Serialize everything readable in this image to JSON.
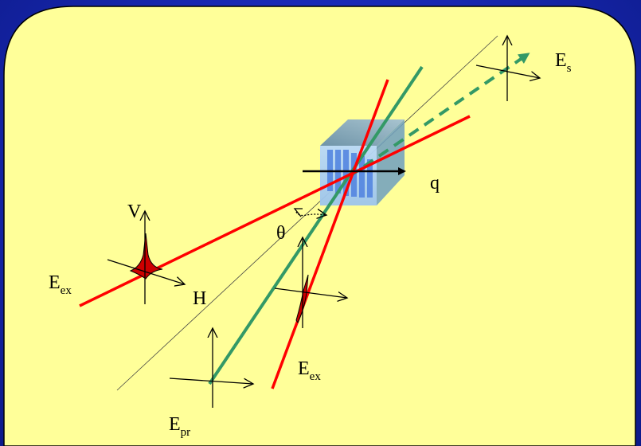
{
  "labels": {
    "E_s": {
      "main": "E",
      "sub": "s"
    },
    "q": "q",
    "V": "V",
    "H": "H",
    "theta": "θ",
    "E_ex_left": {
      "main": "E",
      "sub": "ex"
    },
    "E_ex_bottom": {
      "main": "E",
      "sub": "ex"
    },
    "E_pr": {
      "main": "E",
      "sub": "pr"
    }
  },
  "colors": {
    "panel_fill": "#ffff99",
    "panel_border": "#000000",
    "background": "#1a2bb8",
    "red_beam": "#ff0000",
    "green_beam": "#339966",
    "pulse_fill": "#cc0000",
    "crystal_front": "#a8c8f0",
    "crystal_top": "#7f9fb0",
    "crystal_side": "#5f8fb0"
  }
}
